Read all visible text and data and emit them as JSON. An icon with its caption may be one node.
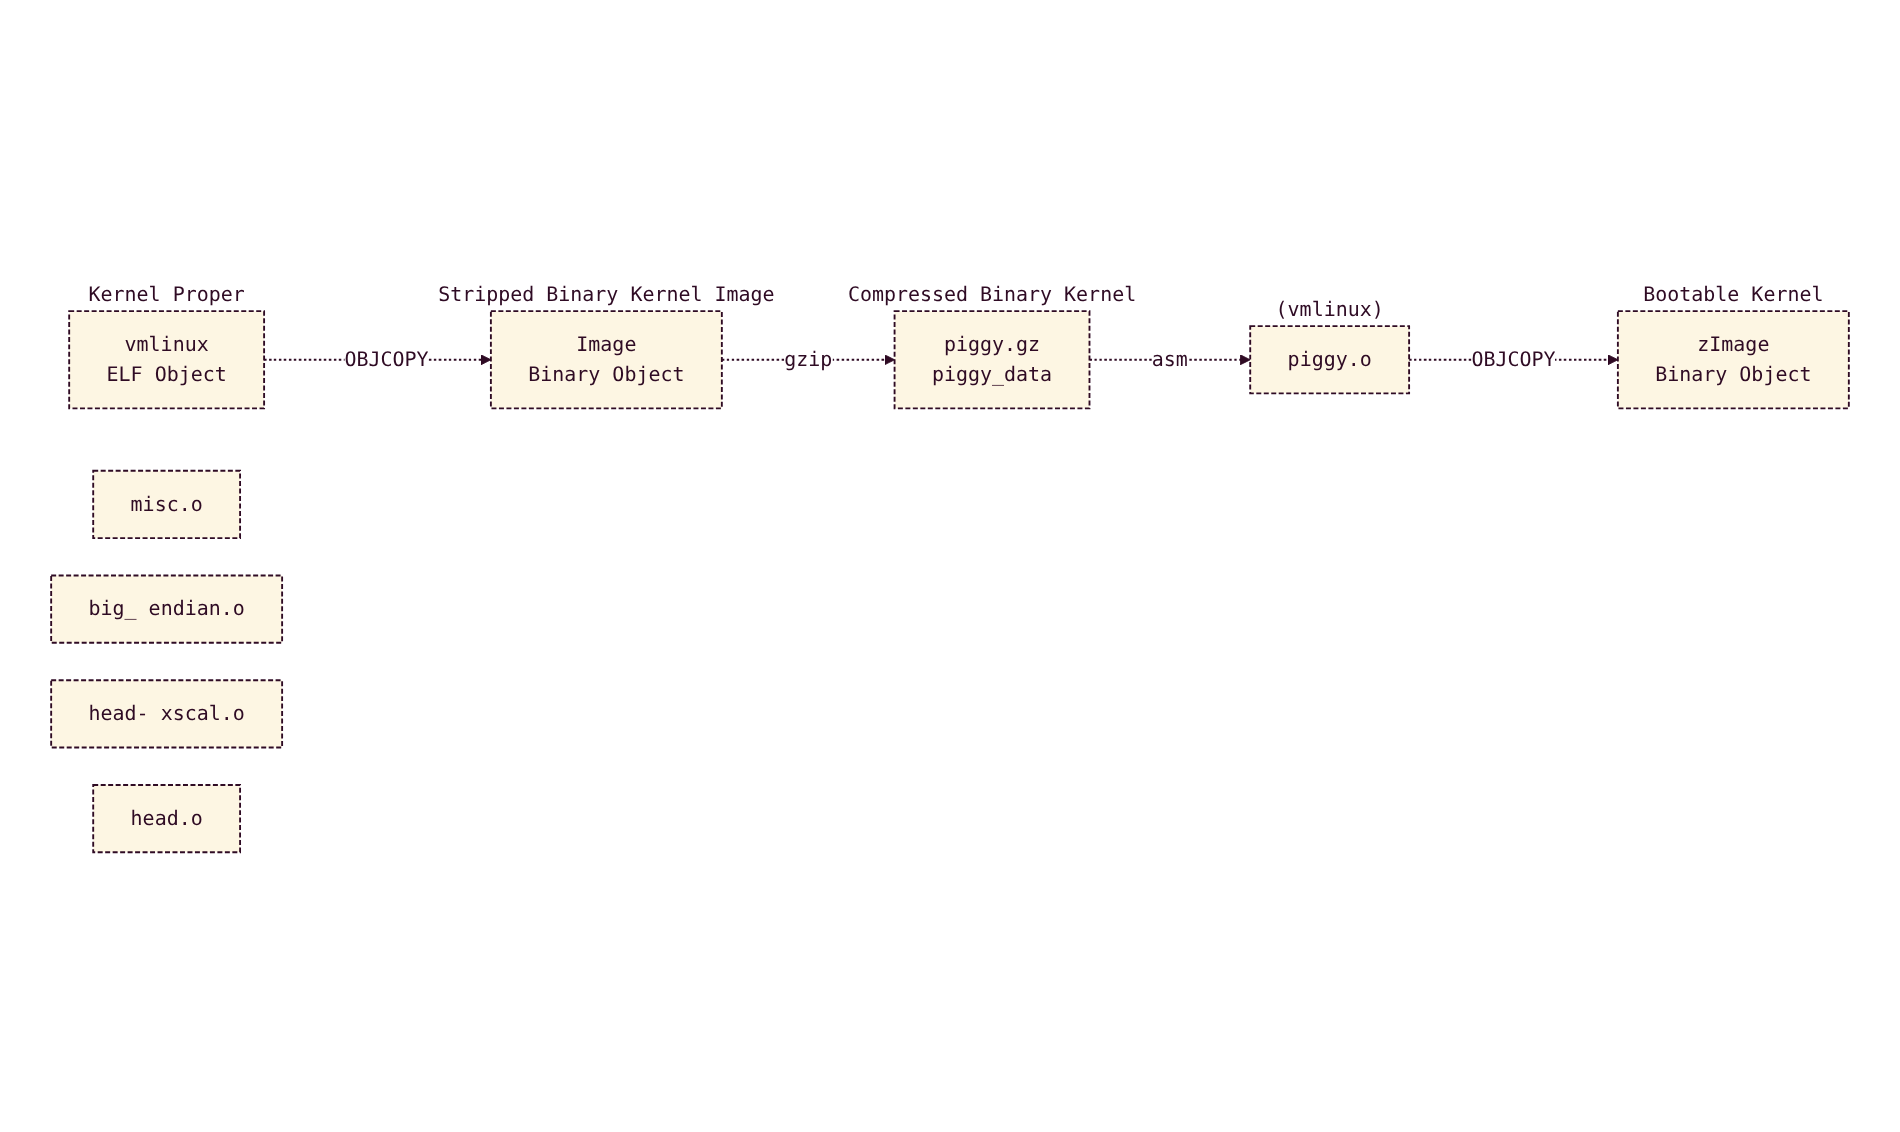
{
  "diagram": {
    "nodes": [
      {
        "text": [
          "vmlinux",
          "ELF Object"
        ],
        "beside": [
          "Kernel Proper"
        ]
      },
      {
        "text": [
          "Image",
          "Binary Object"
        ],
        "beside": [
          "Stripped Binary Kernel Image"
        ]
      },
      {
        "text": [
          "piggy.gz",
          "piggy_data"
        ],
        "beside": [
          "Compressed Binary Kernel"
        ]
      },
      {
        "text": [
          "piggy.o"
        ],
        "beside": [
          "(vmlinux)"
        ]
      },
      {
        "text": [
          "misc.o"
        ]
      },
      {
        "text": [
          "big_ endian.o"
        ]
      },
      {
        "text": [
          "head- xscal.o"
        ]
      },
      {
        "text": [
          "head.o"
        ]
      },
      {
        "text": [
          "zImage",
          "Binary Object"
        ],
        "beside": [
          "Bootable Kernel"
        ]
      }
    ],
    "edges": [
      {
        "from": 0,
        "to": 1,
        "arrow": "to",
        "label": "OBJCOPY",
        "style": "dashed"
      },
      {
        "from": 1,
        "to": 2,
        "arrow": "to",
        "label": "gzip",
        "style": "dashed"
      },
      {
        "from": 2,
        "to": 3,
        "arrow": "to",
        "label": "asm",
        "style": "dashed"
      },
      {
        "from": 3,
        "to": 8,
        "arrow": "to",
        "label": "OBJCOPY",
        "style": "dashed"
      }
    ]
  }
}
